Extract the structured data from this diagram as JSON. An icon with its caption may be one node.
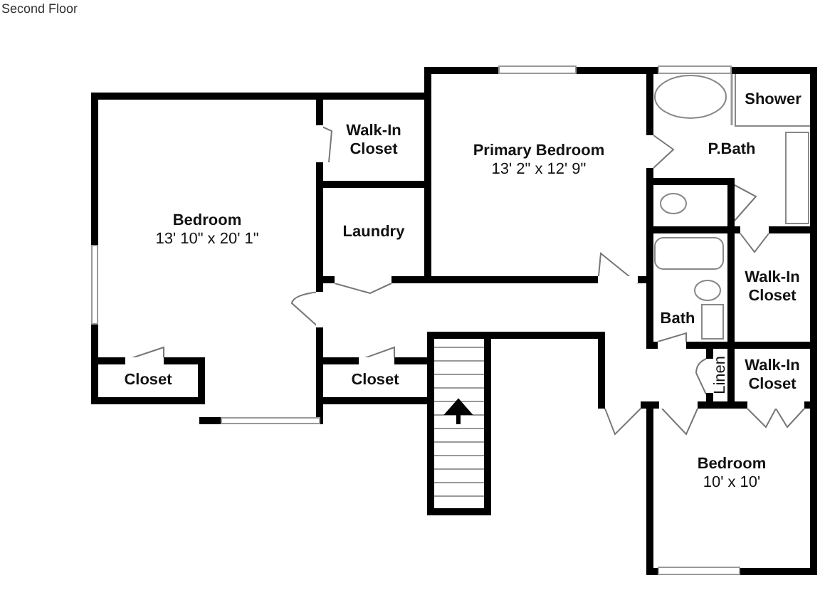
{
  "diagram": {
    "title": "Second Floor",
    "nodes": [
      {
        "text": [
          "Bedroom",
          "13' 10\" x 20' 1\""
        ]
      },
      {
        "text": [
          "Walk-In Closet"
        ]
      },
      {
        "text": [
          "Laundry"
        ]
      },
      {
        "text": [
          "Primary Bedroom",
          "13' 2\" x 12' 9\""
        ]
      },
      {
        "text": [
          "P.Bath"
        ]
      },
      {
        "text": [
          "Shower"
        ],
        "in": 4
      },
      {
        "text": [
          "Walk-In Closet"
        ]
      },
      {
        "text": [
          "Bath"
        ]
      },
      {
        "text": [
          "Linen"
        ]
      },
      {
        "text": [
          "Walk-In Closet"
        ]
      },
      {
        "text": [
          "Closet"
        ],
        "in": 0
      },
      {
        "text": [
          "Closet"
        ]
      },
      {
        "text": [
          "Bedroom",
          "10' x 10'"
        ]
      }
    ]
  }
}
